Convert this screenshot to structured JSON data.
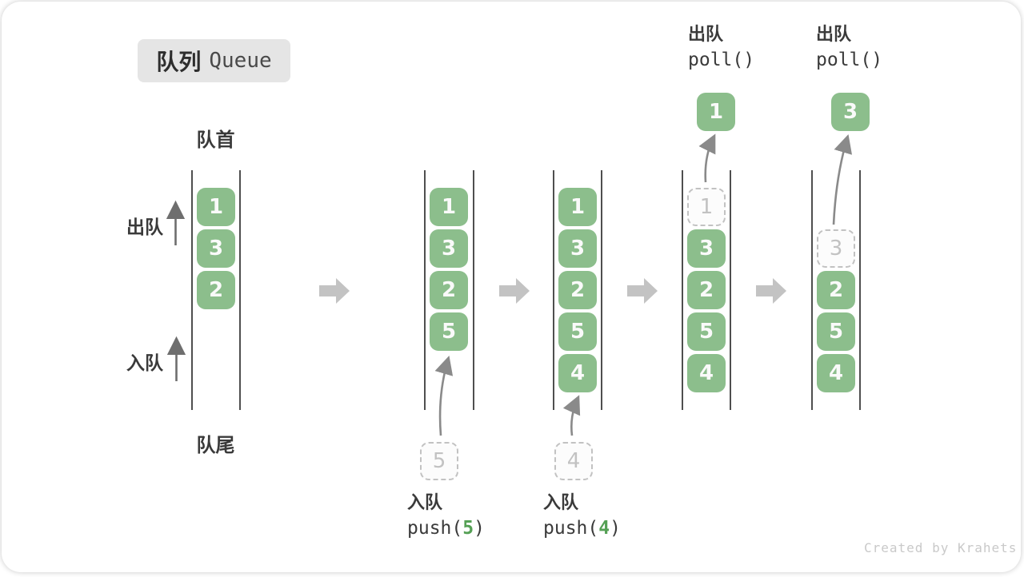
{
  "title": {
    "zh": "队列",
    "en": "Queue"
  },
  "labels": {
    "front": "队首",
    "rear": "队尾",
    "dequeue": "出队",
    "enqueue": "入队"
  },
  "columns": [
    {
      "slots": [
        {
          "v": "1"
        },
        {
          "v": "3"
        },
        {
          "v": "2"
        }
      ]
    },
    {
      "slots": [
        {
          "v": "1"
        },
        {
          "v": "3"
        },
        {
          "v": "2"
        },
        {
          "v": "5"
        }
      ],
      "incoming": "5",
      "op": {
        "label": "入队",
        "pre": "push(",
        "arg": "5",
        "post": ")"
      }
    },
    {
      "slots": [
        {
          "v": "1"
        },
        {
          "v": "3"
        },
        {
          "v": "2"
        },
        {
          "v": "5"
        },
        {
          "v": "4"
        }
      ],
      "incoming": "4",
      "op": {
        "label": "入队",
        "pre": "push(",
        "arg": "4",
        "post": ")"
      }
    },
    {
      "slots": [
        {
          "v": "1",
          "removed": true
        },
        {
          "v": "3"
        },
        {
          "v": "2"
        },
        {
          "v": "5"
        },
        {
          "v": "4"
        }
      ],
      "outgoing": "1",
      "op": {
        "label": "出队",
        "fn": "poll()"
      }
    },
    {
      "slots": [
        {
          "v": "3",
          "removed": true
        },
        {
          "v": "2"
        },
        {
          "v": "5"
        },
        {
          "v": "4"
        }
      ],
      "outgoing": "3",
      "op": {
        "label": "出队",
        "fn": "poll()"
      }
    }
  ],
  "watermark": "Created by Krahets",
  "colors": {
    "box_green": "#8cbe8c",
    "arg_green": "#55a055",
    "wall_gray": "#4f4f4f",
    "dashed_gray": "#c2c2c2",
    "state_arrow_gray": "#c3c3c3",
    "thin_arrow_gray": "#6e6e6e",
    "curve_arrow_gray": "#8a8a8a",
    "badge_bg": "#e5e5e5"
  }
}
